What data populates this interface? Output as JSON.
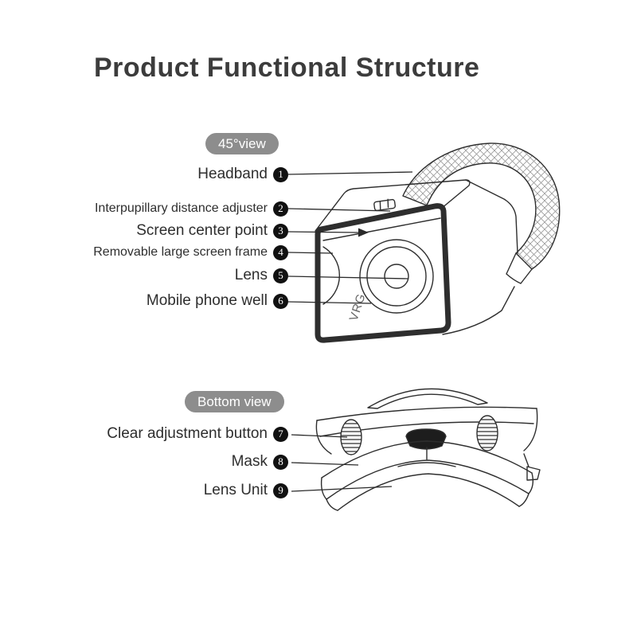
{
  "title": "Product Functional Structure",
  "device_logo": "VRG",
  "colors": {
    "badge_bg": "#8d8d8d",
    "badge_text": "#ffffff",
    "title_text": "#3c3c3c",
    "line_art": "#2e2e2e",
    "number_badge_bg": "#111111"
  },
  "views": [
    {
      "name": "45°view",
      "labels": [
        {
          "number": "1",
          "text": "Headband"
        },
        {
          "number": "2",
          "text": "Interpupillary distance adjuster"
        },
        {
          "number": "3",
          "text": "Screen center point"
        },
        {
          "number": "4",
          "text": "Removable large screen frame"
        },
        {
          "number": "5",
          "text": "Lens"
        },
        {
          "number": "6",
          "text": "Mobile phone well"
        }
      ]
    },
    {
      "name": "Bottom view",
      "labels": [
        {
          "number": "7",
          "text": "Clear adjustment button"
        },
        {
          "number": "8",
          "text": "Mask"
        },
        {
          "number": "9",
          "text": "Lens Unit"
        }
      ]
    }
  ]
}
